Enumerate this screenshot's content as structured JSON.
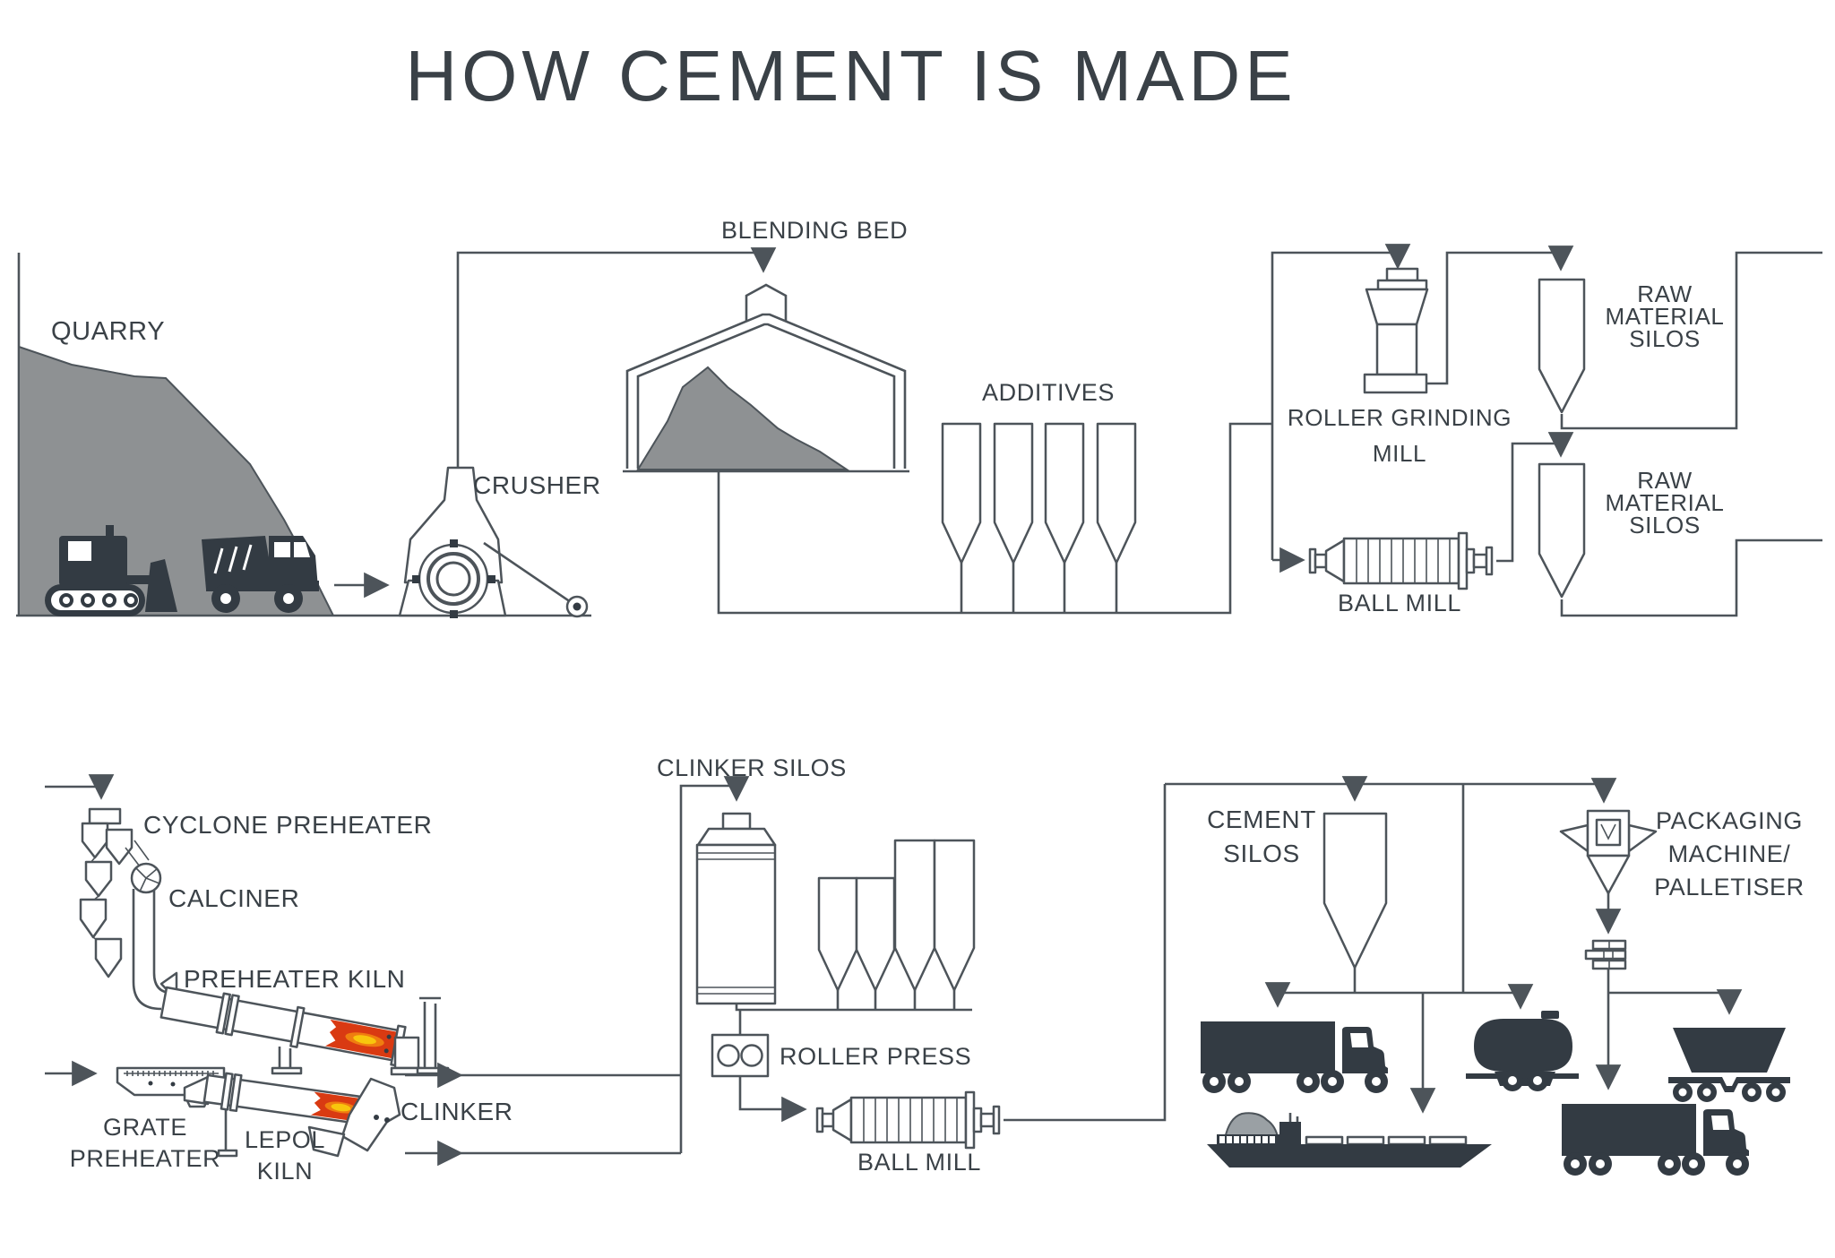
{
  "title": "HOW CEMENT IS MADE",
  "colors": {
    "background": "#ffffff",
    "line": "#4d545a",
    "text": "#3a4147",
    "silhouette": "#333b43",
    "mound": "#8e9193",
    "cargo": "#9aa0a4",
    "kiln_red": "#d93a12",
    "flame_orange": "#ef7d10",
    "flame_yellow": "#f8c60d"
  },
  "stages": {
    "quarry": "QUARRY",
    "crusher": "CRUSHER",
    "blending_bed": "BLENDING BED",
    "additives": "ADDITIVES",
    "roller_grinding_mill": [
      "ROLLER GRINDING",
      "MILL"
    ],
    "raw_material_silos_upper": [
      "RAW",
      "MATERIAL",
      "SILOS"
    ],
    "raw_material_silos_lower": [
      "RAW",
      "MATERIAL",
      "SILOS"
    ],
    "raw_ball_mill": "BALL MILL",
    "cyclone_preheater": "CYCLONE PREHEATER",
    "calciner": "CALCINER",
    "preheater_kiln": "PREHEATER KILN",
    "grate_preheater": [
      "GRATE",
      "PREHEATER"
    ],
    "lepol_kiln": [
      "LEPOL",
      "KILN"
    ],
    "clinker": "CLINKER",
    "clinker_silos": "CLINKER SILOS",
    "roller_press": "ROLLER PRESS",
    "finish_ball_mill": "BALL MILL",
    "cement_silos": [
      "CEMENT",
      "SILOS"
    ],
    "packaging_machine": [
      "PACKAGING",
      "MACHINE/",
      "PALLETISER"
    ]
  }
}
